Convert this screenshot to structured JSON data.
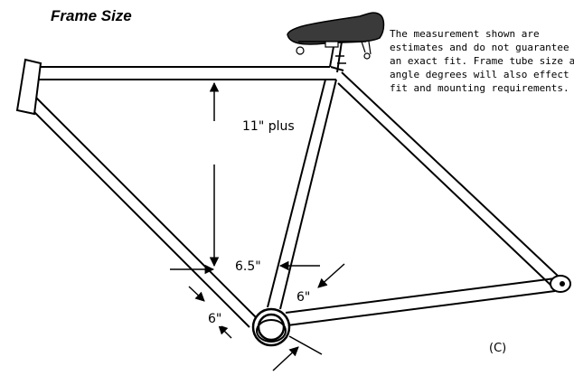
{
  "title": "Frame Size",
  "note_lines": [
    "The measurement shown are",
    "estimates and do not guarantee",
    "an exact fit. Frame tube size and",
    "angle degrees will also effect the",
    "fit and mounting requirements."
  ],
  "labels": {
    "seat_height": "11\" plus",
    "seat_tube_width": "6.5\"",
    "chainstay_width": "6\"",
    "downtube_width": "6\""
  },
  "copyright": "(C)",
  "icons": {
    "saddle": "saddle-icon",
    "frame": "bicycle-frame-icon"
  }
}
